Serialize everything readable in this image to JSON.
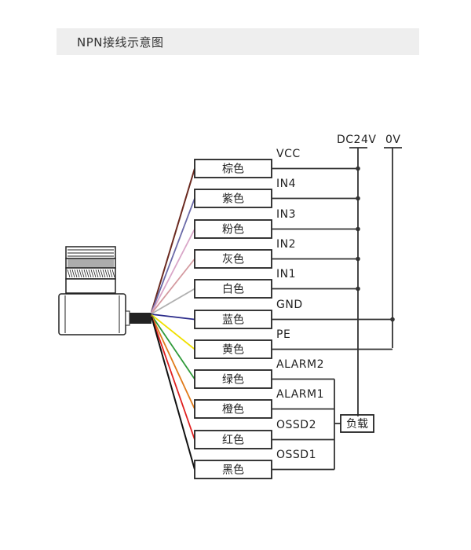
{
  "header": {
    "title": "NPN接线示意图"
  },
  "power": {
    "dc24": "DC24V",
    "zero": "0V"
  },
  "load_label": "负载",
  "wires": [
    {
      "color_name": "棕色",
      "signal": "VCC",
      "color": "#6b2a20"
    },
    {
      "color_name": "紫色",
      "signal": "IN4",
      "color": "#6a6aa8"
    },
    {
      "color_name": "粉色",
      "signal": "IN3",
      "color": "#d9a6c8"
    },
    {
      "color_name": "灰色",
      "signal": "IN2",
      "color": "#d49aa0"
    },
    {
      "color_name": "白色",
      "signal": "IN1",
      "color": "#b0b0b0"
    },
    {
      "color_name": "蓝色",
      "signal": "GND",
      "color": "#2b2b8a"
    },
    {
      "color_name": "黄色",
      "signal": "PE",
      "color": "#f0e000"
    },
    {
      "color_name": "绿色",
      "signal": "ALARM2",
      "color": "#2f9a3a"
    },
    {
      "color_name": "橙色",
      "signal": "ALARM1",
      "color": "#e07a1a"
    },
    {
      "color_name": "红色",
      "signal": "OSSD2",
      "color": "#e02020"
    },
    {
      "color_name": "黑色",
      "signal": "OSSD1",
      "color": "#111111"
    }
  ]
}
